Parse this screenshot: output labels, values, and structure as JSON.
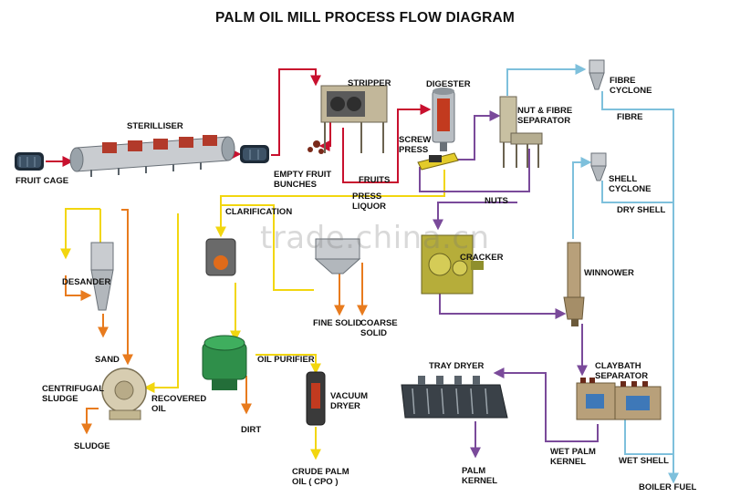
{
  "title": "PALM OIL MILL PROCESS FLOW DIAGRAM",
  "watermark": "trade.china.cn",
  "labels": {
    "fruit_cage": "FRUIT CAGE",
    "sterilliser": "STERILLISER",
    "stripper": "STRIPPER",
    "empty_fruit_bunches": "EMPTY FRUIT\nBUNCHES",
    "fruits": "FRUITS",
    "digester": "DIGESTER",
    "screw_press": "SCREW\nPRESS",
    "press_liquor": "PRESS\nLIQUOR",
    "nut_fibre_separator": "NUT & FIBRE\nSEPARATOR",
    "fibre_cyclone": "FIBRE\nCYCLONE",
    "fibre": "FIBRE",
    "shell_cyclone": "SHELL\nCYCLONE",
    "dry_shell": "DRY SHELL",
    "nuts": "NUTS",
    "cracker": "CRACKER",
    "winnower": "WINNOWER",
    "claybath_separator": "CLAYBATH\nSEPARATOR",
    "wet_shell": "WET SHELL",
    "boiler_fuel": "BOILER FUEL",
    "wet_palm_kernel": "WET PALM\nKERNEL",
    "tray_dryer": "TRAY DRYER",
    "palm_kernel": "PALM\nKERNEL",
    "clarification": "CLARIFICATION",
    "fine_solid": "FINE SOLID",
    "coarse_solid": "COARSE\nSOLID",
    "desander": "DESANDER",
    "sand": "SAND",
    "centrifugal_sludge": "CENTRIFUGAL\nSLUDGE",
    "recovered_oil": "RECOVERED\nOIL",
    "sludge": "SLUDGE",
    "oil_purifier": "OIL PURIFIER",
    "dirt": "DIRT",
    "vacuum_dryer": "VACUUM\nDRYER",
    "crude_palm_oil": "CRUDE PALM\nOIL ( CPO )"
  },
  "colors": {
    "fruit_line": "#c8102e",
    "oil_line": "#f2d60f",
    "orange_line": "#e87b1e",
    "solids_line": "#7a4a9a",
    "fibre_line": "#7ec0dc",
    "machine_dark": "#2f3a44",
    "machine_grey": "#9aa3aa",
    "machine_green": "#2f8f4a",
    "machine_olive": "#8f8f2c",
    "machine_tan": "#b8a07a"
  }
}
